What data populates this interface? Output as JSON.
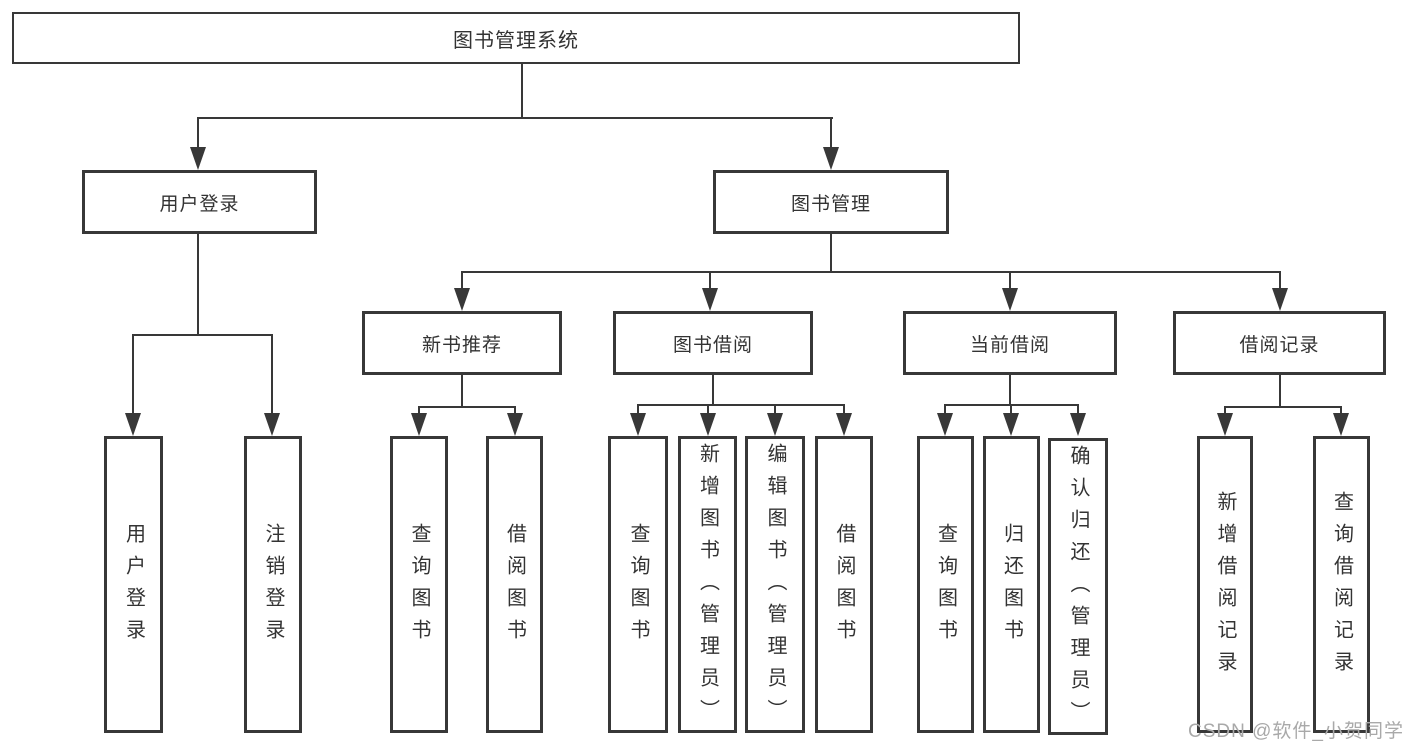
{
  "title": "图书管理系统",
  "tree": {
    "root": {
      "label": "图书管理系统"
    },
    "user_login": {
      "label": "用户登录",
      "children": [
        {
          "label": "用户登录"
        },
        {
          "label": "注销登录"
        }
      ]
    },
    "book_management": {
      "label": "图书管理",
      "children": [
        {
          "label": "新书推荐",
          "children": [
            {
              "label": "查询图书"
            },
            {
              "label": "借阅图书"
            }
          ]
        },
        {
          "label": "图书借阅",
          "children": [
            {
              "label": "查询图书"
            },
            {
              "label": "新增图书（管理员）"
            },
            {
              "label": "编辑图书（管理员）"
            },
            {
              "label": "借阅图书"
            }
          ]
        },
        {
          "label": "当前借阅",
          "children": [
            {
              "label": "查询图书"
            },
            {
              "label": "归还图书"
            },
            {
              "label": "确认归还（管理员）"
            }
          ]
        },
        {
          "label": "借阅记录",
          "children": [
            {
              "label": "新增借阅记录"
            },
            {
              "label": "查询借阅记录"
            }
          ]
        }
      ]
    }
  },
  "watermark": "CSDN @软件_小贺同学",
  "colors": {
    "line": "#383838",
    "text": "#333333",
    "watermark": "#a9a9a9",
    "background": "#ffffff"
  }
}
